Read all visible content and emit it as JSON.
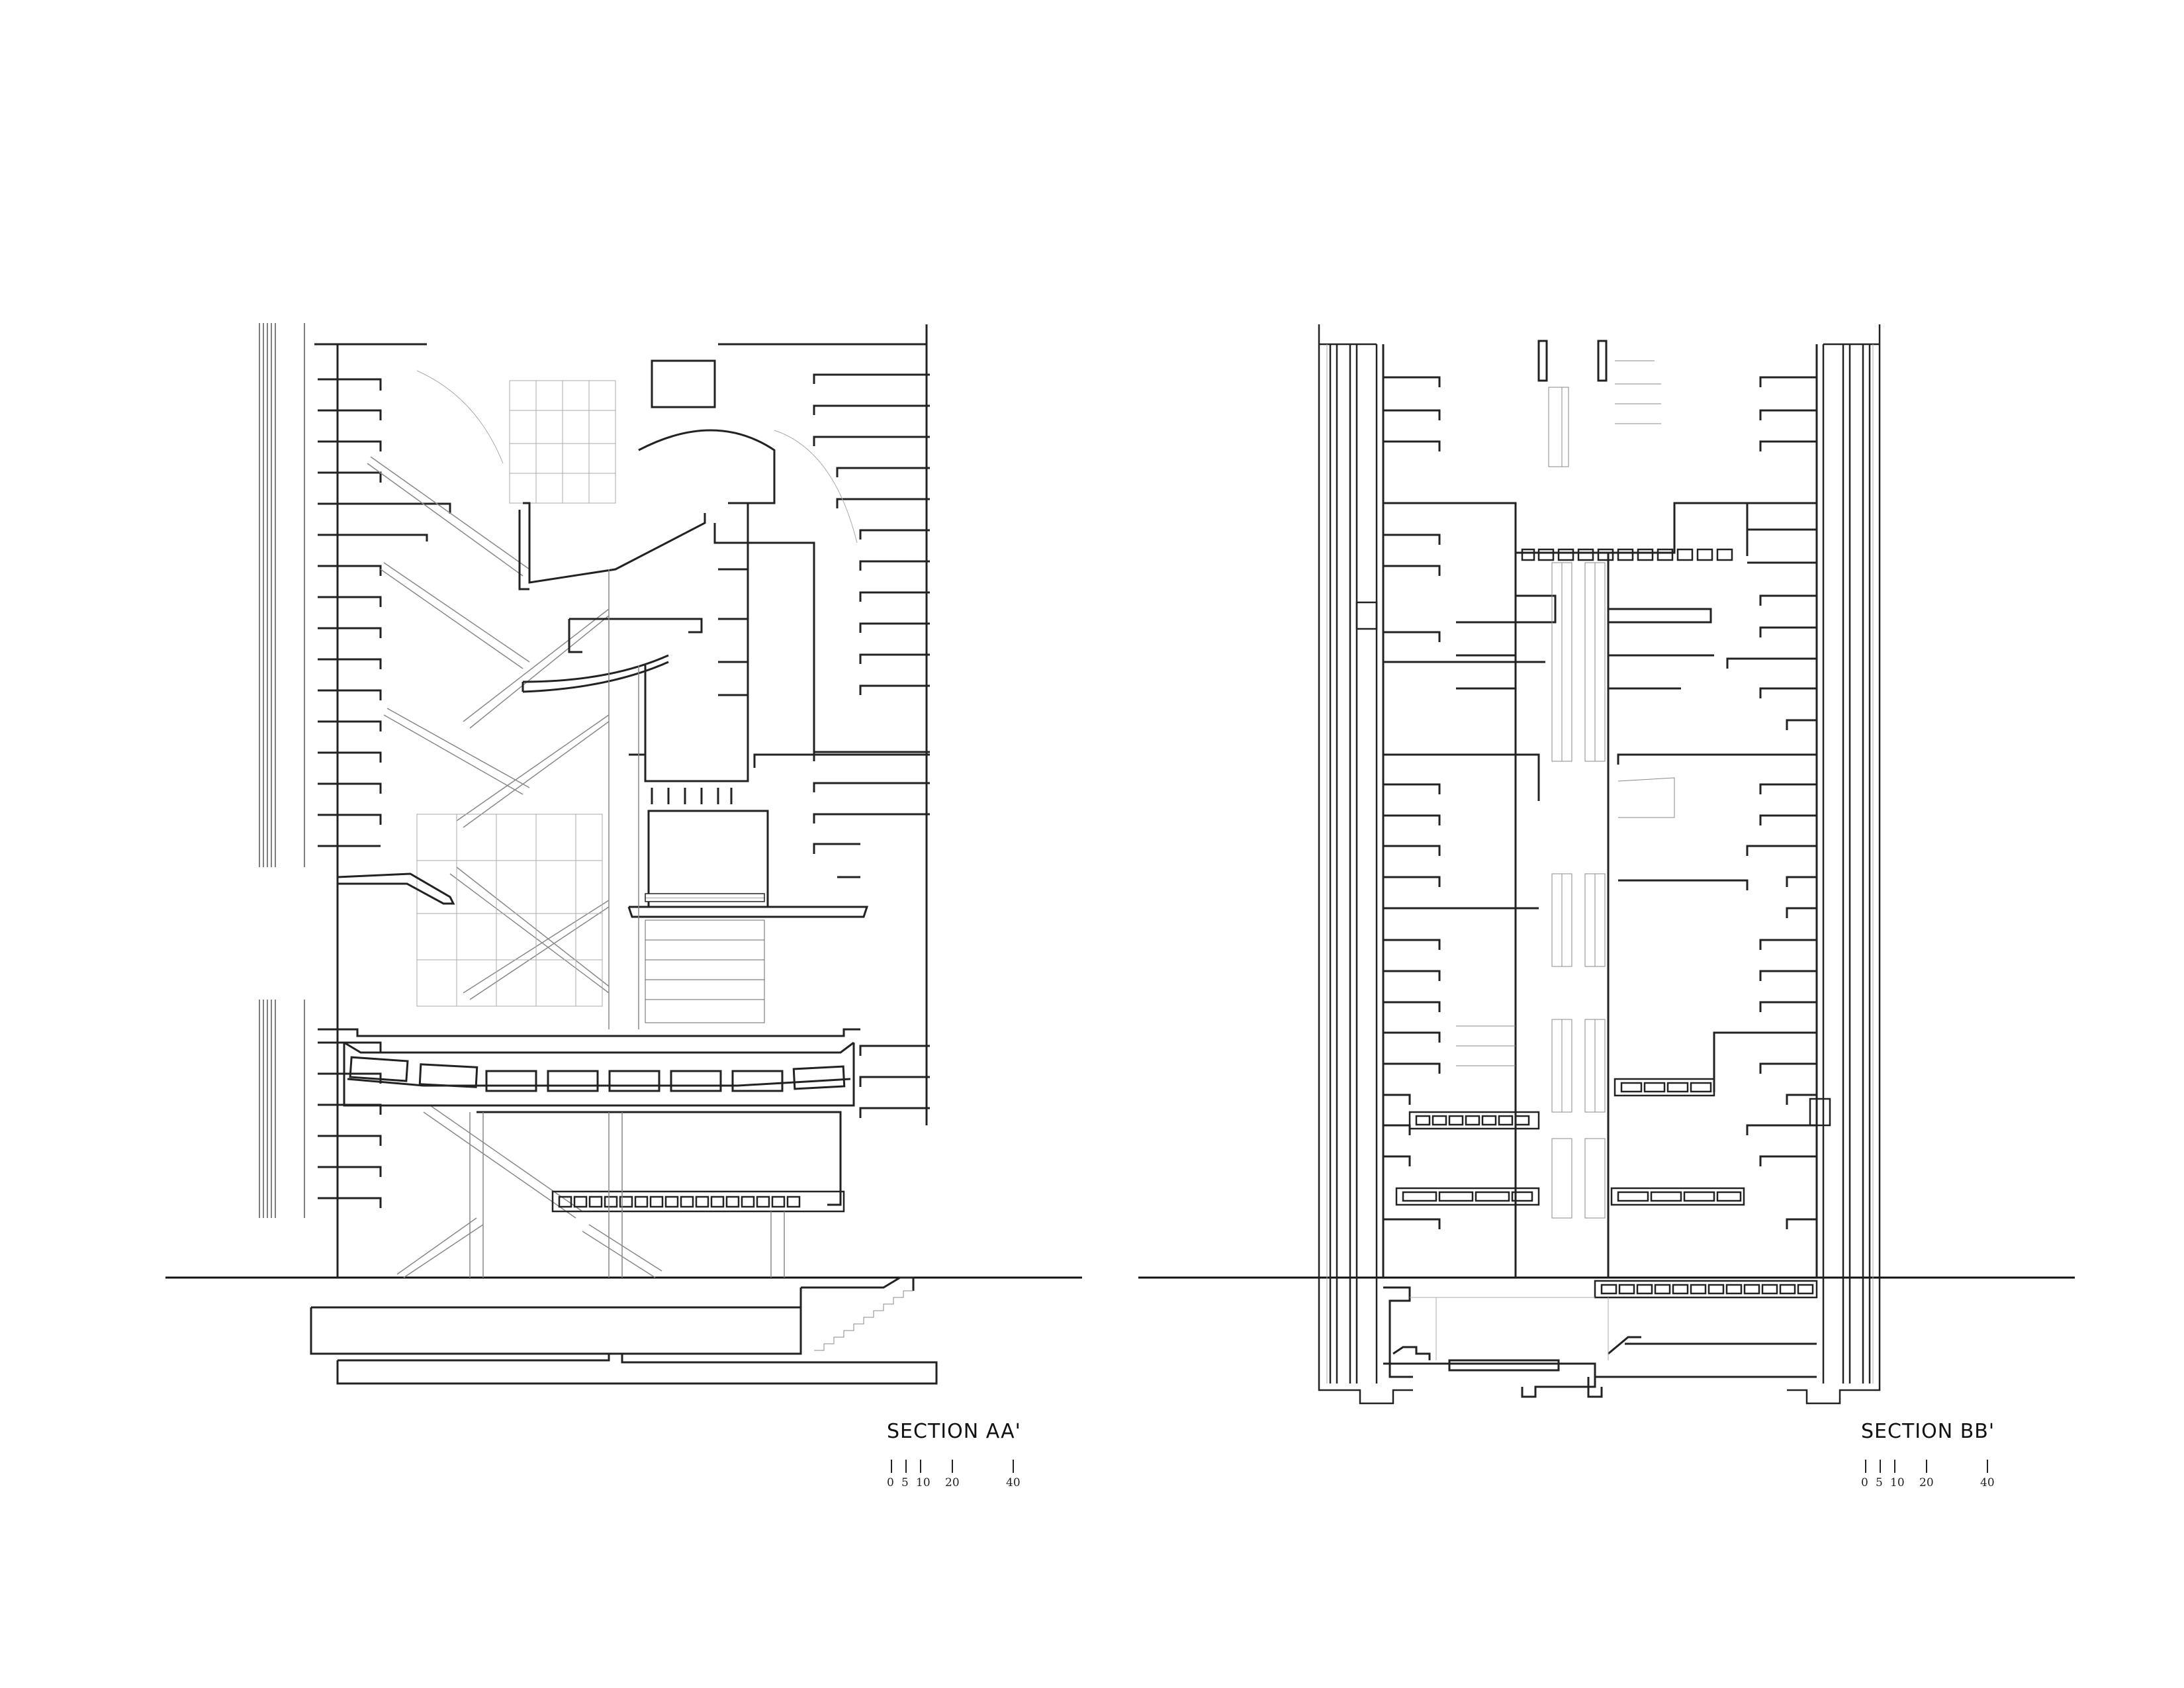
{
  "sections": [
    {
      "id": "aa",
      "title": "SECTION AA'"
    },
    {
      "id": "bb",
      "title": "SECTION BB'"
    }
  ],
  "scale_bar": {
    "labels": [
      "0",
      "5",
      "10",
      "20",
      "40"
    ]
  }
}
